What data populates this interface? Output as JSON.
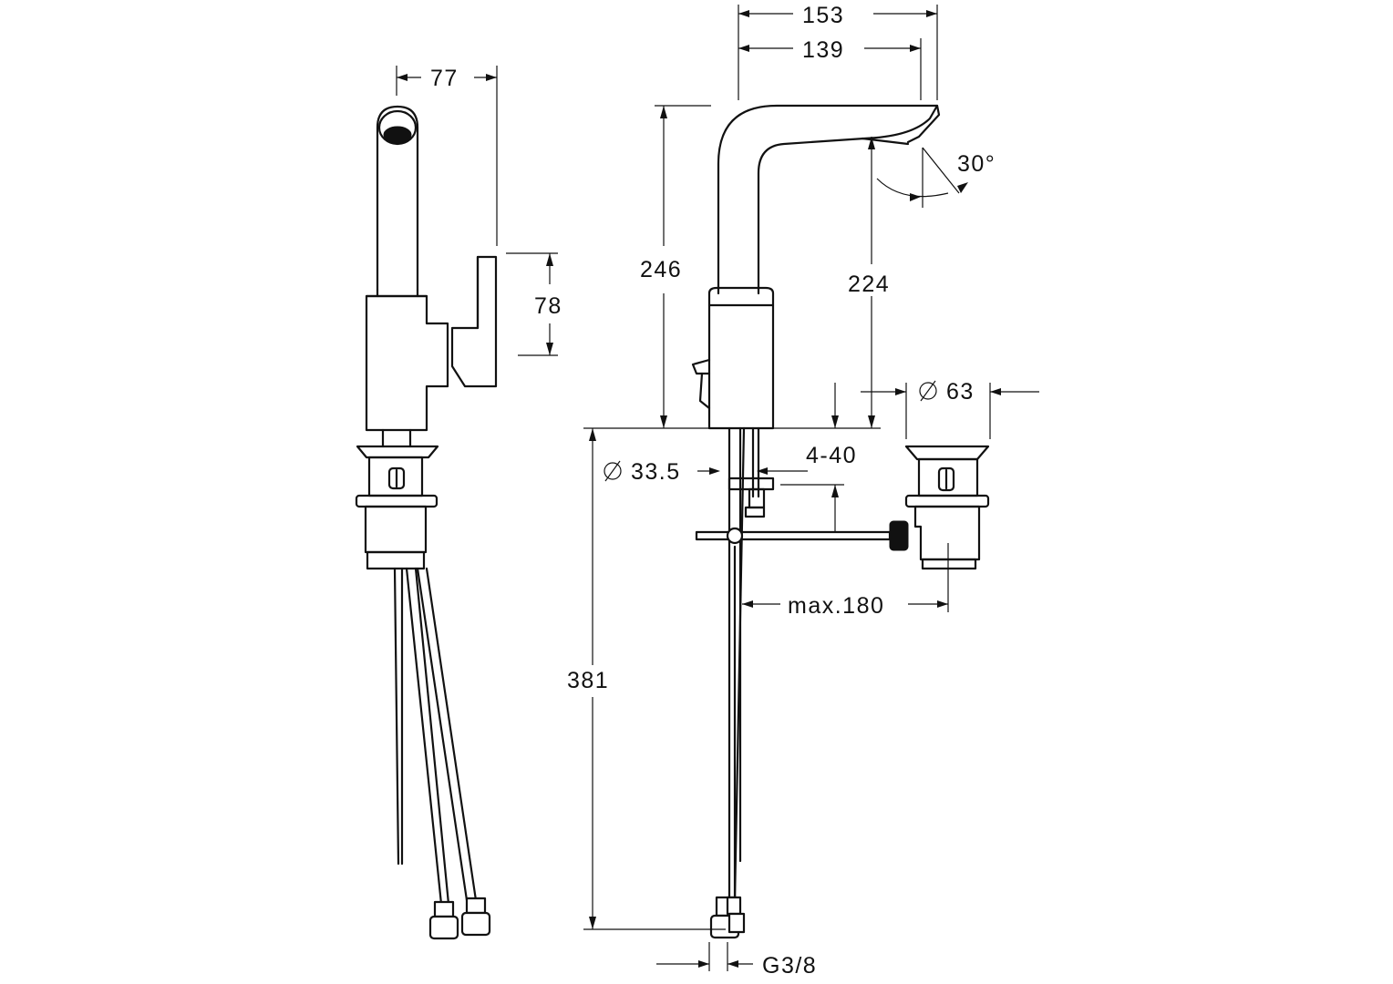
{
  "drawing": {
    "dimensions": {
      "side_width": "77",
      "lever_height": "78",
      "spout_reach_total": "153",
      "spout_reach": "139",
      "spout_angle": "30°",
      "overall_height": "246",
      "outlet_height": "224",
      "waste_diameter": "63",
      "shank_diameter": "33.5",
      "deck_thickness": "4-40",
      "hose_length": "381",
      "rod_max": "max.180",
      "connection": "G3/8"
    }
  }
}
